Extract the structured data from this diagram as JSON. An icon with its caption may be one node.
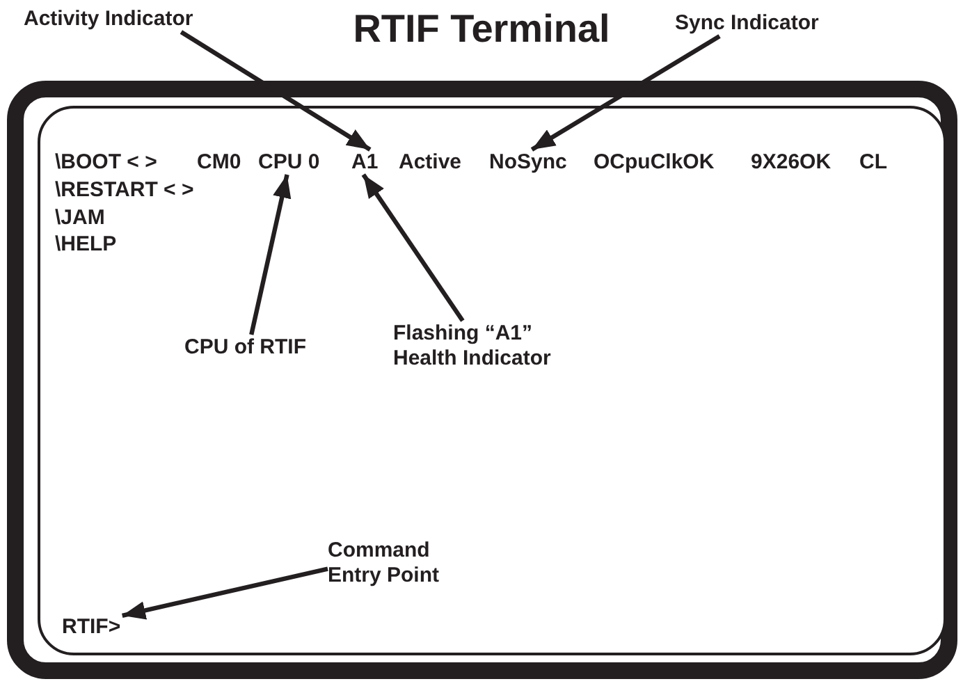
{
  "diagram": {
    "title": "RTIF Terminal",
    "nodes": [
      {
        "text": [],
        "shape": "box"
      },
      {
        "text": [],
        "shape": "box",
        "in": 0
      },
      {
        "text": [
          "CPU 0"
        ],
        "in": 1
      },
      {
        "text": [
          "A1"
        ],
        "in": 1
      },
      {
        "text": [
          "NoSync"
        ],
        "in": 1
      },
      {
        "text": [
          "RTIF>"
        ],
        "in": 1
      },
      {
        "text": [
          "Activity Indicator"
        ]
      },
      {
        "text": [
          "Sync Indicator"
        ]
      },
      {
        "text": [
          "CPU of RTIF"
        ],
        "in": 1
      },
      {
        "text": [
          "Flashing “A1” Health Indicator"
        ],
        "in": 1
      },
      {
        "text": [
          "Command Entry Point"
        ],
        "in": 1
      }
    ],
    "edges": [
      {
        "from": 6,
        "to": 3,
        "arrow": "to"
      },
      {
        "from": 7,
        "to": 4,
        "arrow": "to"
      },
      {
        "from": 8,
        "to": 2,
        "arrow": "to"
      },
      {
        "from": 9,
        "to": 3,
        "arrow": "to"
      },
      {
        "from": 10,
        "to": 5,
        "arrow": "to"
      }
    ],
    "labels": [
      "\\BOOT < >",
      "CM0",
      "Active",
      "OCpuClkOK",
      "9X26OK",
      "CL",
      "\\RESTART < >",
      "\\JAM",
      "\\HELP"
    ]
  }
}
